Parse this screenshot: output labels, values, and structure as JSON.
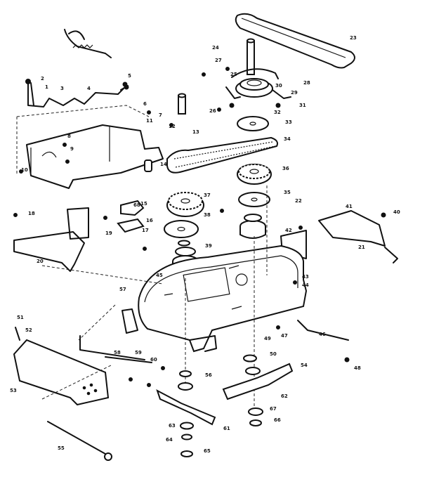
{
  "callouts": [
    "1",
    "2",
    "3",
    "4",
    "5",
    "6",
    "7",
    "8",
    "9",
    "10",
    "11",
    "12",
    "13",
    "14",
    "15",
    "16",
    "17",
    "18",
    "19",
    "20",
    "21",
    "22",
    "23",
    "24",
    "25",
    "26",
    "27",
    "28",
    "29",
    "30",
    "31",
    "32",
    "33",
    "34",
    "35",
    "36",
    "37",
    "38",
    "39",
    "40",
    "41",
    "42",
    "43",
    "44",
    "45",
    "46",
    "47",
    "48",
    "49",
    "50",
    "51",
    "52",
    "53",
    "54",
    "55",
    "56",
    "57",
    "58",
    "59",
    "60",
    "61",
    "62",
    "63",
    "64",
    "65",
    "66",
    "67",
    "68"
  ]
}
